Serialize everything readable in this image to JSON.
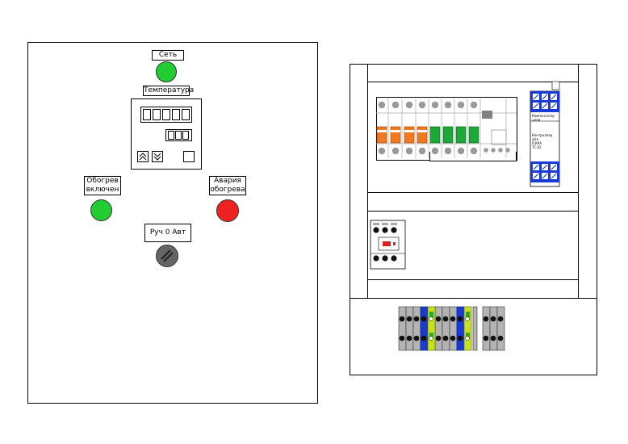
{
  "front_panel": {
    "network_label": "Сеть",
    "temperature_label": "Температура",
    "heating_on_label": "Обогрев\nвключен",
    "heating_alarm_label": "Авария\nобогрева",
    "mode_switch_label": "Руч 0 Авт"
  },
  "colors": {
    "lamp_green": "#22cc33",
    "lamp_red": "#ee2222",
    "breaker_orange": "#f07820",
    "breaker_green": "#1fa83a",
    "terminal_blue": "#1a3ad6",
    "terminal_grey": "#b4b4b4",
    "ground_yellow_green": "#c8e020"
  },
  "inner_panel": {
    "module_label": "Контроллер\nдля\nIСКРА\nТС.02",
    "module_title": "Компенсатор\nцепи"
  }
}
